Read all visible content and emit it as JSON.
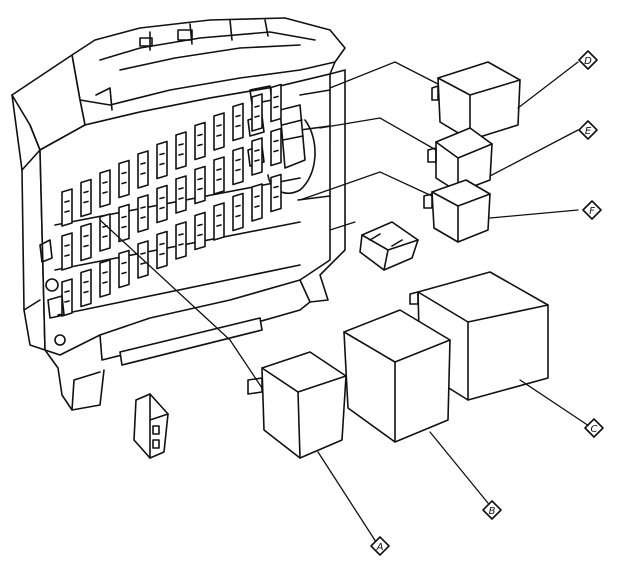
{
  "diagram": {
    "callouts": [
      {
        "id": "D",
        "label": "D"
      },
      {
        "id": "E",
        "label": "E"
      },
      {
        "id": "F",
        "label": "F"
      },
      {
        "id": "C",
        "label": "C"
      },
      {
        "id": "B",
        "label": "B"
      },
      {
        "id": "A",
        "label": "A"
      }
    ]
  },
  "colors": {
    "ink": "#111111",
    "paper": "#ffffff"
  }
}
